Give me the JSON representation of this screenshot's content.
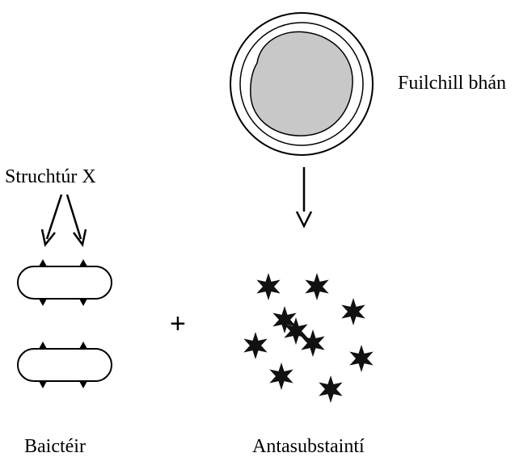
{
  "labels": {
    "white_blood_cell": "Fuilchill bhán",
    "structure_x": "Struchtúr X",
    "bacteria": "Baictéir",
    "antibodies": "Antasubstaintí",
    "plus": "+"
  },
  "colors": {
    "cytoplasm_fill": "#ffffff",
    "nucleus_fill": "#c8c8c8",
    "stroke": "#000000",
    "antibody_fill": "#111111"
  },
  "counts": {
    "bacteria": 2,
    "antibodies": 10,
    "structure_x_arrows": 2
  }
}
